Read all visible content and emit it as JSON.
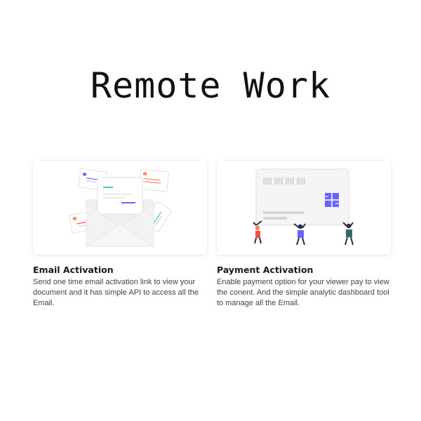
{
  "page": {
    "title": "Remote Work"
  },
  "cards": [
    {
      "title": "Email Activation",
      "description": "Send one time email activation link to view your document and it has simple API to access all the Email.",
      "illustration": "envelope-letters-illustration"
    },
    {
      "title": "Payment Activation",
      "description": "Enable payment option for your viewer pay to view the conent. And the simple analytic dashboard tool to manage all the Email.",
      "illustration": "people-holding-card-illustration"
    }
  ],
  "colors": {
    "accent_purple": "#6c63ff",
    "accent_green": "#3ad29f",
    "accent_orange": "#f9845b",
    "accent_red": "#e8543e",
    "text_dark": "#1a1a1a",
    "text_body": "#444444"
  }
}
